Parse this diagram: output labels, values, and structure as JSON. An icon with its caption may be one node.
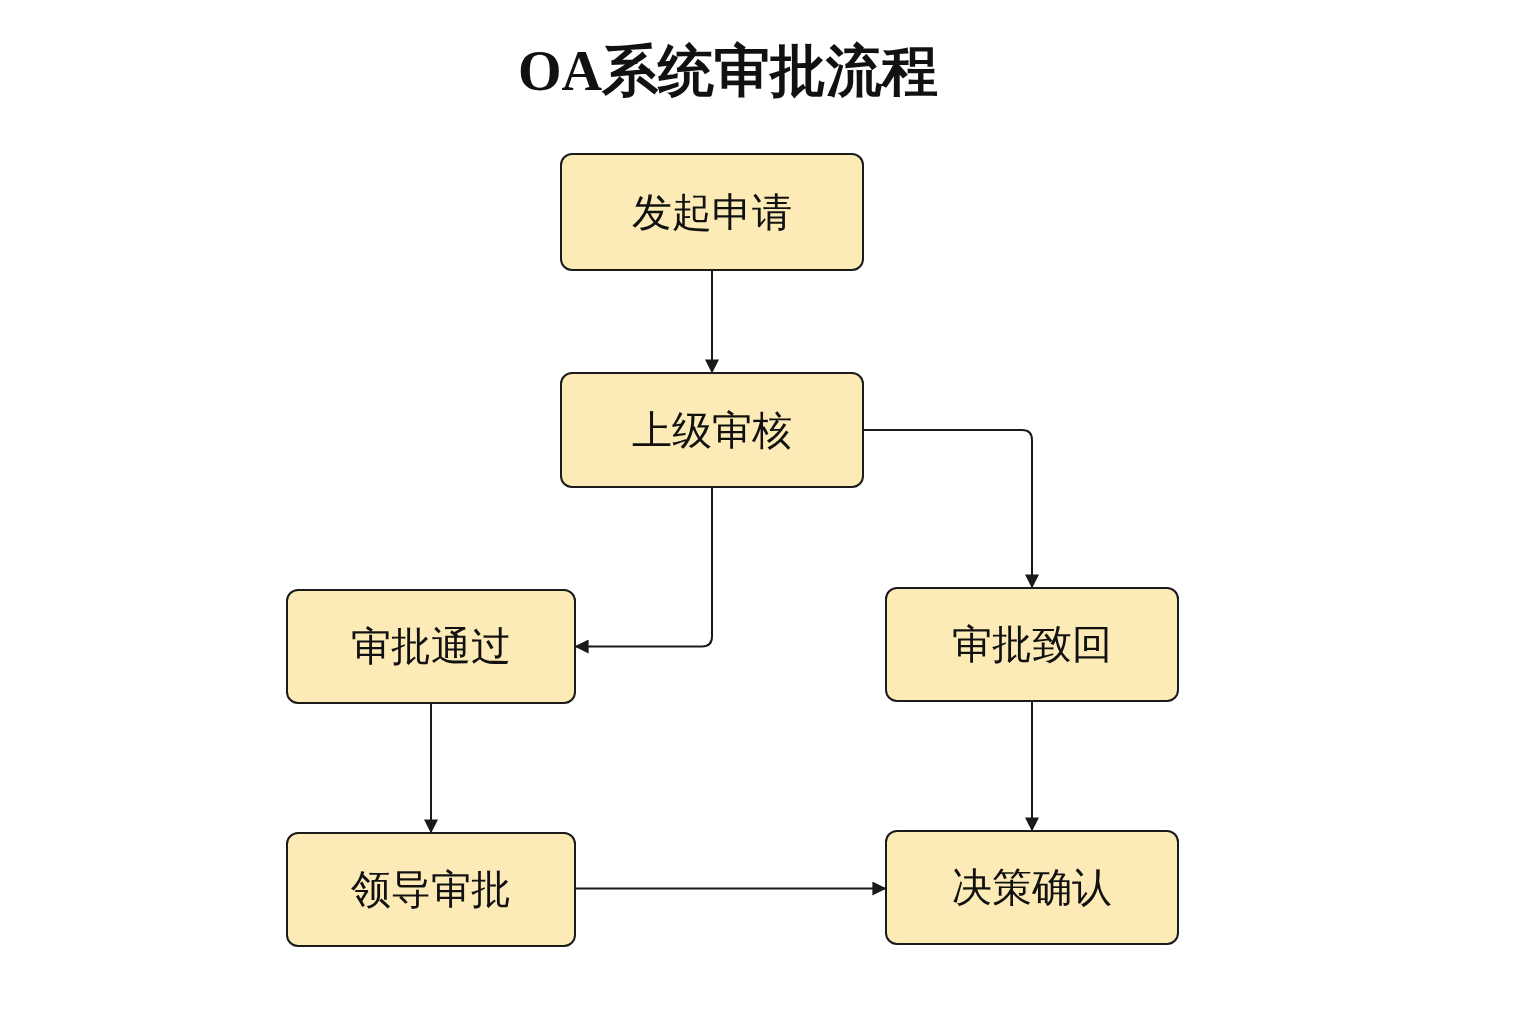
{
  "diagram": {
    "title": "OA系统审批流程",
    "nodes": [
      {
        "text": [
          "发起申请"
        ]
      },
      {
        "text": [
          "上级审核"
        ]
      },
      {
        "text": [
          "审批通过"
        ]
      },
      {
        "text": [
          "审批致回"
        ]
      },
      {
        "text": [
          "领导审批"
        ]
      },
      {
        "text": [
          "决策确认"
        ]
      }
    ],
    "edges": [
      {
        "from": 0,
        "to": 1,
        "arrow": "to"
      },
      {
        "from": 1,
        "to": 2,
        "arrow": "to"
      },
      {
        "from": 1,
        "to": 3,
        "arrow": "to"
      },
      {
        "from": 2,
        "to": 4,
        "arrow": "to"
      },
      {
        "from": 3,
        "to": 5,
        "arrow": "to"
      },
      {
        "from": 4,
        "to": 5,
        "arrow": "to"
      }
    ]
  }
}
